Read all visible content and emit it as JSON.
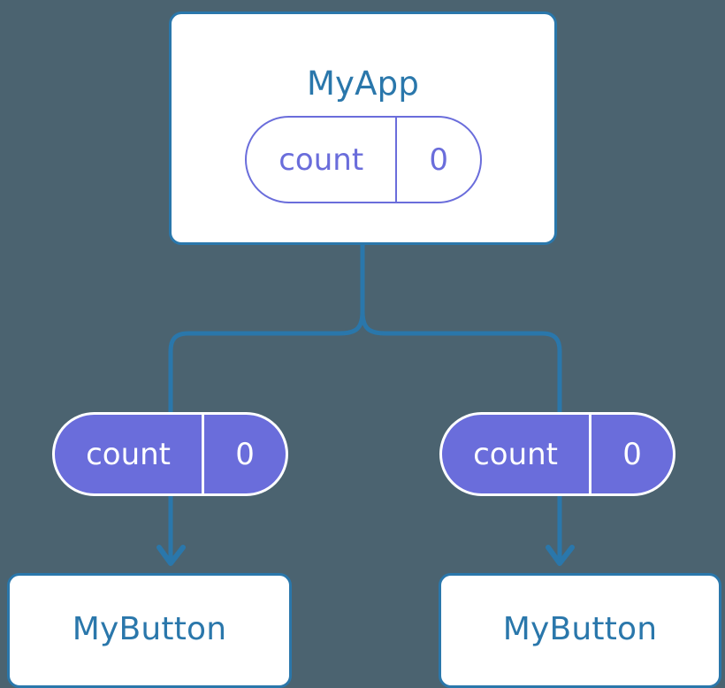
{
  "diagram": {
    "type": "component-state-tree",
    "background_color": "#4b6370",
    "accent_color": "#2a77ab",
    "state_color": "#6a6ddb",
    "node_fill": "#ffffff",
    "root": {
      "name": "myapp-component",
      "title": "MyApp",
      "state": {
        "key": "count",
        "value": "0"
      }
    },
    "branches": [
      {
        "name": "left-branch",
        "state": {
          "key": "count",
          "value": "0"
        },
        "child": {
          "name": "mybutton-left",
          "title": "MyButton"
        }
      },
      {
        "name": "right-branch",
        "state": {
          "key": "count",
          "value": "0"
        },
        "child": {
          "name": "mybutton-right",
          "title": "MyButton"
        }
      }
    ],
    "connectors": [
      {
        "name": "root-split-connector",
        "from": "myapp-component",
        "to": [
          "left-branch",
          "right-branch"
        ],
        "style": "rounded-fork",
        "arrowhead": false
      },
      {
        "name": "left-state-arrow",
        "from": "left-branch",
        "to": "mybutton-left",
        "style": "straight",
        "arrowhead": true
      },
      {
        "name": "right-state-arrow",
        "from": "right-branch",
        "to": "mybutton-right",
        "style": "straight",
        "arrowhead": true
      }
    ]
  }
}
